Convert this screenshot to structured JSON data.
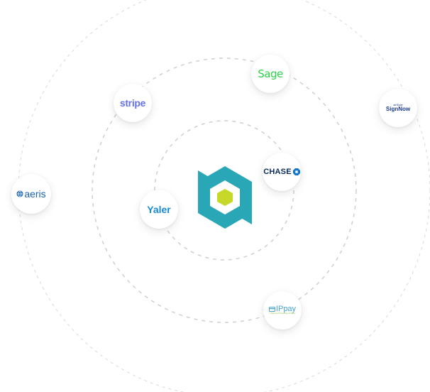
{
  "hub": {
    "name": "center-logo",
    "colors": {
      "hex": "#2aa7b6",
      "core": "#c6d92a"
    }
  },
  "partners": [
    {
      "id": "sage",
      "text": "Sage",
      "color": "#2bd24a"
    },
    {
      "id": "stripe",
      "text": "stripe",
      "color": "#6772e5"
    },
    {
      "id": "signnow",
      "top": "airSlate",
      "text": "SignNow",
      "color": "#1d3b8c"
    },
    {
      "id": "chase",
      "text": "CHASE",
      "color": "#0a2a5c",
      "accent": "#1177cc"
    },
    {
      "id": "aeris",
      "text": "aeris",
      "color": "#1a63ad"
    },
    {
      "id": "yaler",
      "text": "Yaler",
      "color": "#1a8ad0"
    },
    {
      "id": "ippay",
      "text": "IPpay",
      "color": "#4aa3d6",
      "accent": "#8cc34a",
      "sub": "A Payment Processing Company"
    }
  ]
}
